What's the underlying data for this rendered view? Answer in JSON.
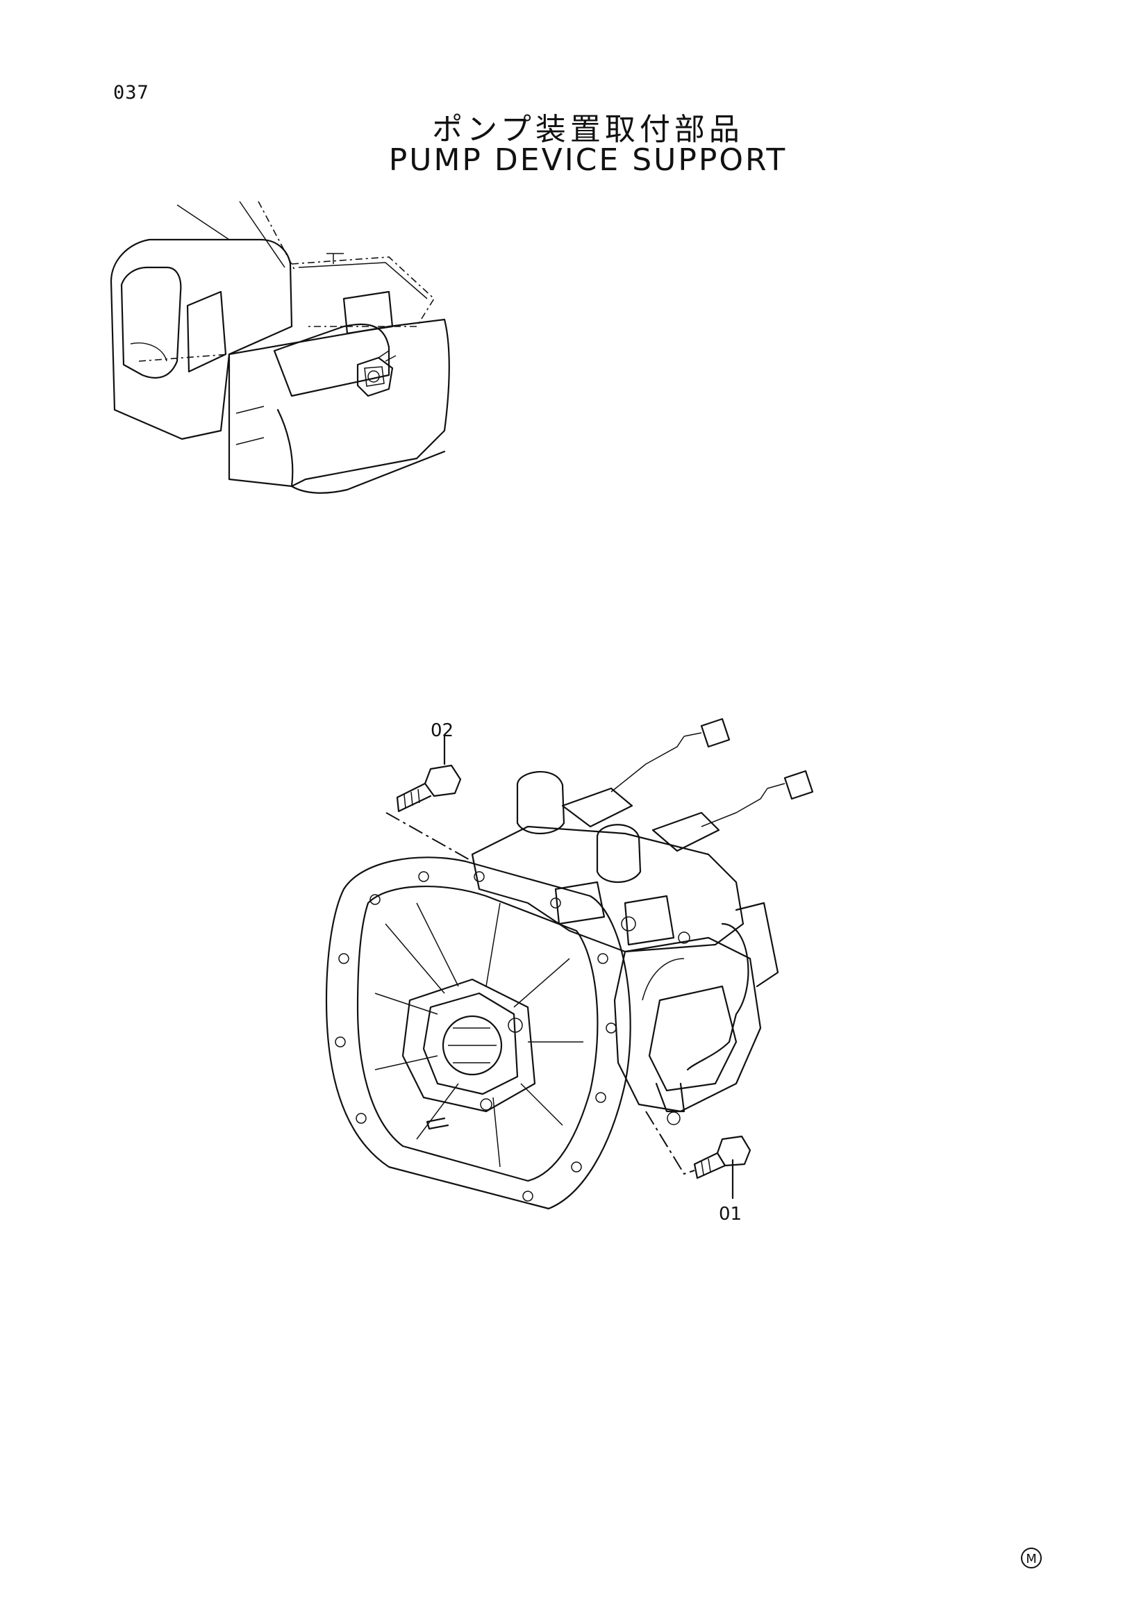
{
  "page": {
    "number": "037",
    "title_ja": "ポンプ装置取付部品",
    "title_en": "PUMP DEVICE SUPPORT"
  },
  "callouts": {
    "part_02": "02",
    "part_01": "01"
  },
  "footer": {
    "mark": "M"
  }
}
